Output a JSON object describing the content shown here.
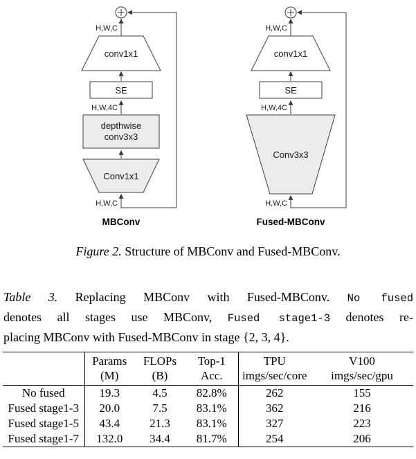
{
  "figure": {
    "caption": {
      "label": "Figure 2.",
      "text": " Structure of MBConv and Fused-MBConv."
    },
    "mbconv": {
      "name": "MBConv",
      "output_label": "H,W,C",
      "project_conv": "conv1x1",
      "se": "SE",
      "mid_label": "H,W,4C",
      "depthwise_line1": "depthwise",
      "depthwise_line2": "conv3x3",
      "expand_conv": "Conv1x1",
      "input_label": "H,W,C"
    },
    "fused": {
      "name": "Fused-MBConv",
      "output_label": "H,W,C",
      "project_conv": "conv1x1",
      "se": "SE",
      "mid_label": "H,W,4C",
      "expand_conv": "Conv3x3",
      "input_label": "H,W,C"
    }
  },
  "table": {
    "caption": {
      "label": "Table 3.",
      "text1": " Replacing MBConv with Fused-MBConv. ",
      "mono1": "No fused",
      "text2": "denotes all stages use MBConv, ",
      "mono2": "Fused stage1-3",
      "text3": " denotes re-",
      "text4": "placing MBConv with Fused-MBConv in stage {2, 3, 4}."
    },
    "headers": {
      "params_l1": "Params",
      "params_l2": "(M)",
      "flops_l1": "FLOPs",
      "flops_l2": "(B)",
      "top1_l1": "Top-1",
      "top1_l2": "Acc.",
      "tpu_l1": "TPU",
      "tpu_l2": "imgs/sec/core",
      "v100_l1": "V100",
      "v100_l2": "imgs/sec/gpu"
    },
    "rows": [
      {
        "name": "No fused",
        "params": "19.3",
        "flops": "4.5",
        "acc": "82.8%",
        "tpu": "262",
        "v100": "155"
      },
      {
        "name": "Fused stage1-3",
        "params": "20.0",
        "flops": "7.5",
        "acc": "83.1%",
        "tpu": "362",
        "v100": "216"
      },
      {
        "name": "Fused stage1-5",
        "params": "43.4",
        "flops": "21.3",
        "acc": "83.1%",
        "tpu": "327",
        "v100": "223"
      },
      {
        "name": "Fused stage1-7",
        "params": "132.0",
        "flops": "34.4",
        "acc": "81.7%",
        "tpu": "254",
        "v100": "206"
      }
    ]
  }
}
